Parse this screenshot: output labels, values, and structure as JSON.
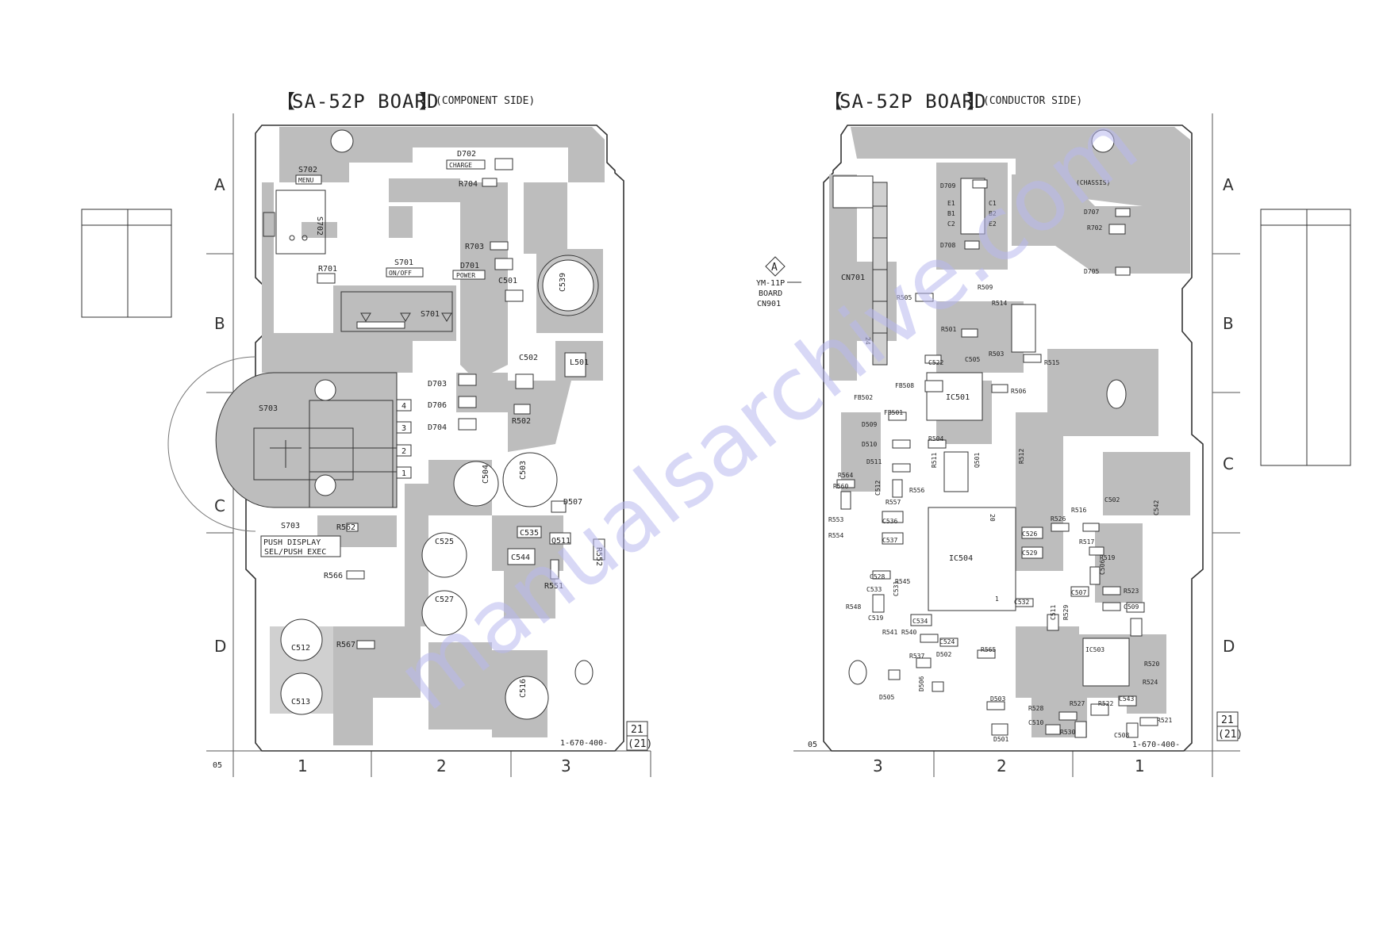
{
  "left_board": {
    "title": "SA-52P BOARD",
    "side": "(COMPONENT SIDE)",
    "part_number": "1-670-400-",
    "page_ref": "21",
    "page_ref_alt": "(21)",
    "corner_code": "05",
    "row_labels": [
      "A",
      "B",
      "C",
      "D"
    ],
    "col_labels": [
      "1",
      "2",
      "3"
    ],
    "labels": {
      "s702": "S702",
      "menu": "MENU",
      "d702": "D702",
      "charge": "CHARGE",
      "r704": "R704",
      "r703": "R703",
      "d701": "D701",
      "power": "POWER",
      "s701": "S701",
      "onoff": "ON/OFF",
      "r701": "R701",
      "c501": "C501",
      "c539": "C539",
      "l501": "L501",
      "c502": "C502",
      "d703": "D703",
      "d706": "D706",
      "d704": "D704",
      "r502": "R502",
      "s703": "S703",
      "s703b": "S703",
      "push_display": "PUSH DISPLAY",
      "push_exec": "SEL/PUSH EXEC",
      "c504": "C504",
      "c503": "C503",
      "d507": "D507",
      "r562": "R562",
      "c535": "C535",
      "q511": "Q511",
      "r552": "R552",
      "c525": "C525",
      "c544": "C544",
      "r566": "R566",
      "r551": "R551",
      "c527": "C527",
      "c512": "C512",
      "r567": "R567",
      "c513": "C513",
      "c516": "C516",
      "s702v": "S702",
      "s701b": "S701",
      "pin1": "1",
      "pin2": "2",
      "pin3": "3",
      "pin4": "4"
    }
  },
  "right_board": {
    "title": "SA-52P BOARD",
    "side": "(CONDUCTOR SIDE)",
    "part_number": "1-670-400-",
    "page_ref": "21",
    "page_ref_alt": "(21)",
    "corner_code": "05",
    "row_labels": [
      "A",
      "B",
      "C",
      "D"
    ],
    "col_labels": [
      "3",
      "2",
      "1"
    ],
    "connector": {
      "marker": "A",
      "line1": "YM-11P",
      "line2": "BOARD",
      "line3": "CN901"
    },
    "labels": {
      "chassis": "(CHASSIS)",
      "d709": "D709",
      "d707": "D707",
      "r702": "R702",
      "d708": "D708",
      "d705": "D705",
      "cn701": "CN701",
      "r505": "R505",
      "r509": "R509",
      "r514": "R514",
      "r501": "R501",
      "r503": "R503",
      "c505": "C505",
      "c522": "C522",
      "r515": "R515",
      "fb508": "FB508",
      "fb502": "FB502",
      "ic501": "IC501",
      "r506": "R506",
      "fb501": "FB501",
      "d509": "D509",
      "d510": "D510",
      "r504": "R504",
      "d511": "D511",
      "r511": "R511",
      "q501": "Q501",
      "r512": "R512",
      "r564": "R564",
      "r560": "R560",
      "c512": "C512",
      "r556": "R556",
      "r557": "R557",
      "r553": "R553",
      "c536": "C536",
      "r554": "R554",
      "c537": "C537",
      "ic504": "IC504",
      "c526": "C526",
      "c529": "C529",
      "r526": "R526",
      "r516": "R516",
      "c502": "C502",
      "c542": "C542",
      "r517": "R517",
      "r519": "R519",
      "c506": "C506",
      "c528": "C528",
      "r545": "R545",
      "c533": "C533",
      "c531": "C531",
      "r548": "R548",
      "c519": "C519",
      "c534": "C534",
      "c532": "C532",
      "c507": "C507",
      "r523": "R523",
      "c509": "C509",
      "r541": "R541",
      "r540": "R540",
      "c524": "C524",
      "c511": "C511",
      "r529": "R529",
      "r537": "R537",
      "d502": "D502",
      "r565": "R565",
      "ic503": "IC503",
      "r520": "R520",
      "d506": "D506",
      "d505": "D505",
      "r524": "R524",
      "d503": "D503",
      "r528": "R528",
      "r527": "R527",
      "r522": "R522",
      "c543": "C543",
      "c510": "C510",
      "r521": "R521",
      "d501": "D501",
      "r530": "R530",
      "c508": "C508",
      "pin24": "24",
      "pin20": "20",
      "pin1": "1",
      "pin_e1": "E1",
      "pin_c1": "C1",
      "pin_b1": "B1",
      "pin_b2": "B2",
      "pin_c2": "C2",
      "pin_e2": "E2"
    }
  },
  "watermark": "manualsarchive.com",
  "colors": {
    "copper": "#bdbdbd",
    "outline": "#333333",
    "watermark": "#b8b8ee"
  }
}
